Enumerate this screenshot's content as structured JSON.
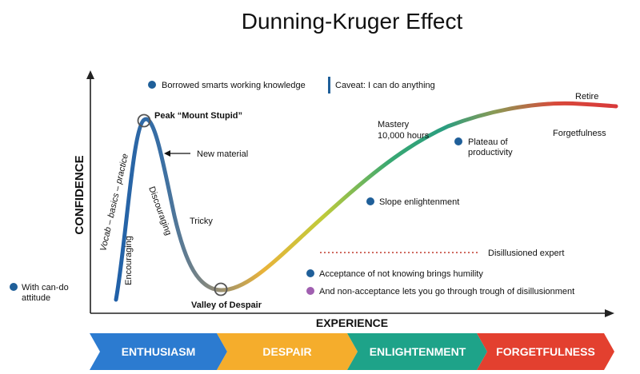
{
  "title": "Dunning-Kruger Effect",
  "axes": {
    "y_label": "CONFIDENCE",
    "x_label": "EXPERIENCE"
  },
  "curve_labels": {
    "peak": "Peak “Mount Stupid”",
    "new_material": "New material",
    "vocab": "Vocab – basics – practice",
    "encouraging": "Encouraging",
    "discouraging": "Discouraging",
    "tricky": "Tricky",
    "valley": "Valley of Despair",
    "mastery_line1": "Mastery",
    "mastery_line2": "10,000 hours",
    "retire": "Retire",
    "forgetfulness": "Forgetfulness"
  },
  "legend_items": {
    "borrowed": "Borrowed smarts working knowledge",
    "caveat": "Caveat: I can do anything",
    "can_do_line1": "With can-do",
    "can_do_line2": "attitude",
    "plateau_line1": "Plateau of",
    "plateau_line2": "productivity",
    "slope": "Slope enlightenment",
    "disillusioned": "Disillusioned expert",
    "acceptance": "Acceptance of not knowing brings humility",
    "non_acceptance": "And non-acceptance lets you go through trough of disillusionment"
  },
  "phases": [
    {
      "label": "ENTHUSIASM",
      "color": "#2c7bd0"
    },
    {
      "label": "DESPAIR",
      "color": "#f5ad2c"
    },
    {
      "label": "ENLIGHTENMENT",
      "color": "#1ea389"
    },
    {
      "label": "FORGETFULNESS",
      "color": "#e3402f"
    }
  ],
  "colors": {
    "dot_blue": "#1f5f99",
    "dot_purple": "#a05fb0",
    "dotted_red": "#c0392b",
    "phase_text": "#ffffff"
  }
}
